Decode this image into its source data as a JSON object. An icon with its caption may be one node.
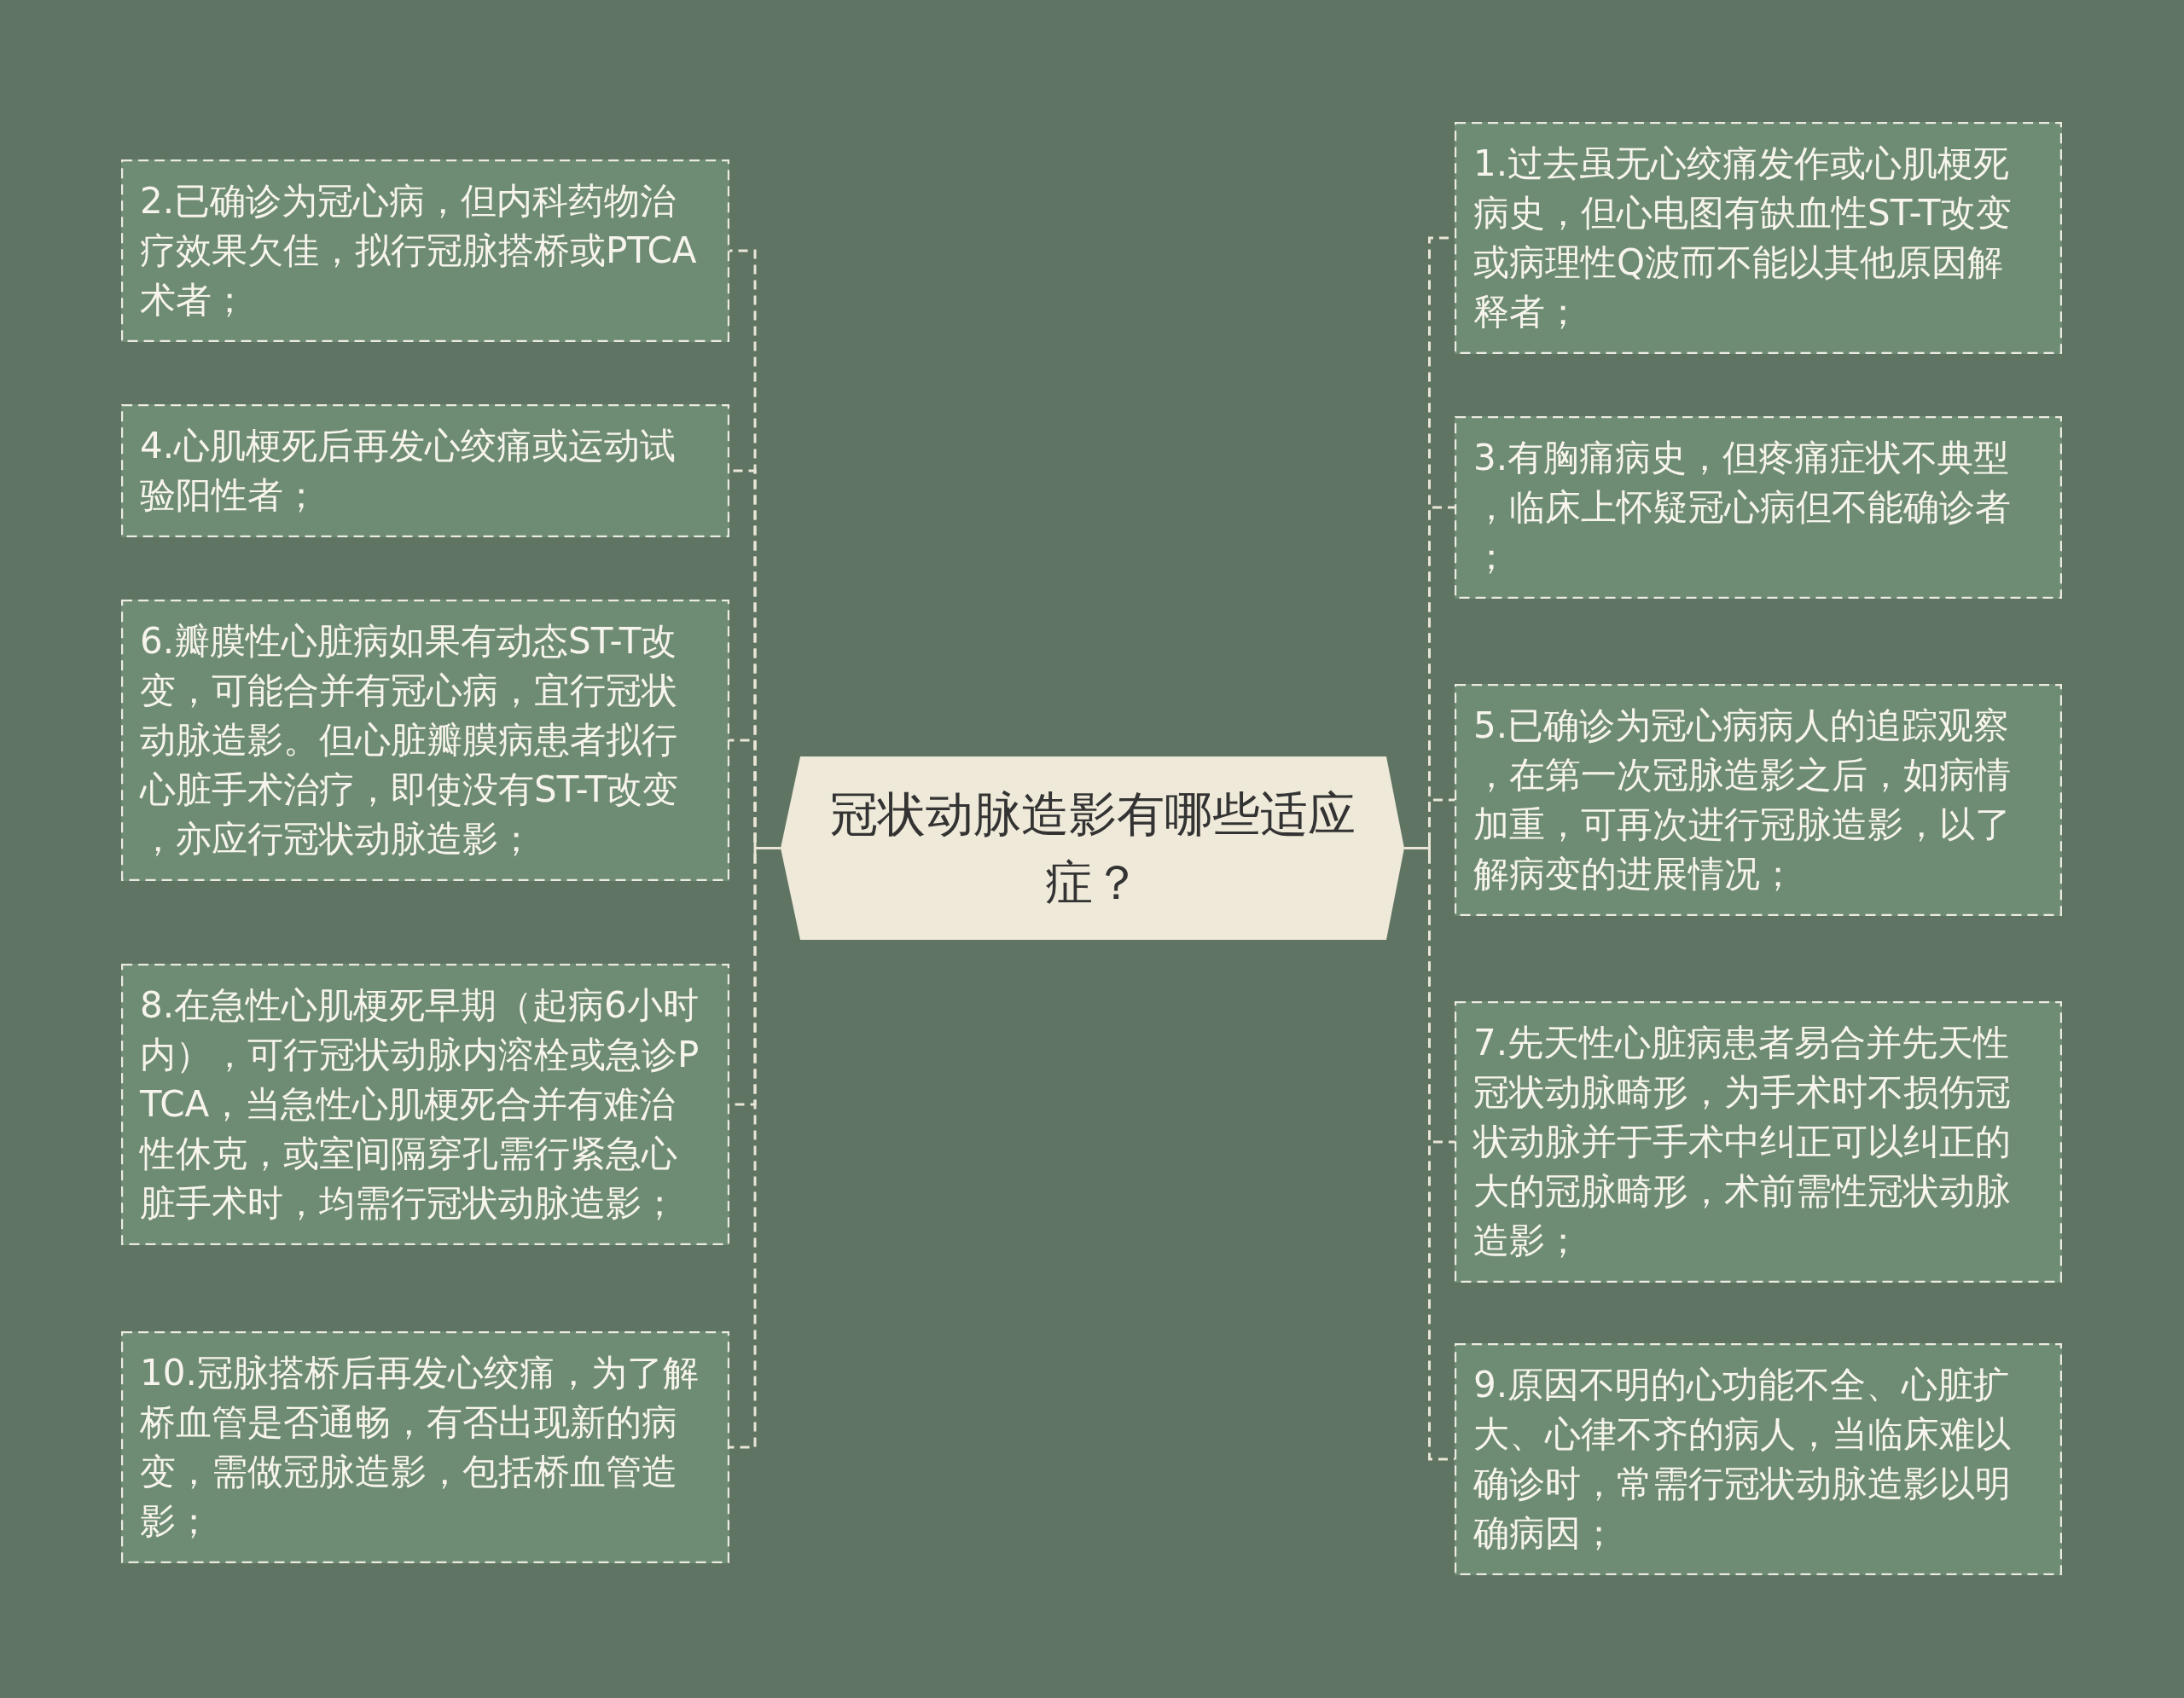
{
  "diagram": {
    "nodes": [
      {
        "text": [
          "冠状动脉造影有哪些适应症？"
        ]
      },
      {
        "text": [
          "1.过去虽无心绞痛发作或心肌梗死病史，但心电图有缺血性ST-T改变或病理性Q波而不能以其他原因解释者；"
        ]
      },
      {
        "text": [
          "2.已确诊为冠心病，但内科药物治疗效果欠佳，拟行冠脉搭桥或PTCA术者；"
        ]
      },
      {
        "text": [
          "3.有胸痛病史，但疼痛症状不典型，临床上怀疑冠心病但不能确诊者；"
        ]
      },
      {
        "text": [
          "4.心肌梗死后再发心绞痛或运动试验阳性者；"
        ]
      },
      {
        "text": [
          "5.已确诊为冠心病病人的追踪观察，在第一次冠脉造影之后，如病情加重，可再次进行冠脉造影，以了解病变的进展情况；"
        ]
      },
      {
        "text": [
          "6.瓣膜性心脏病如果有动态ST-T改变，可能合并有冠心病，宜行冠状动脉造影。但心脏瓣膜病患者拟行心脏手术治疗，即使没有ST-T改变，亦应行冠状动脉造影；"
        ]
      },
      {
        "text": [
          "7.先天性心脏病患者易合并先天性冠状动脉畸形，为手术时不损伤冠状动脉并于手术中纠正可以纠正的大的冠脉畸形，术前需性冠状动脉造影；"
        ]
      },
      {
        "text": [
          "8.在急性心肌梗死早期（起病6小时内），可行冠状动脉内溶栓或急诊PTCA，当急性心肌梗死合并有难治性休克，或室间隔穿孔需行紧急心脏手术时，均需行冠状动脉造影；"
        ]
      },
      {
        "text": [
          "9.原因不明的心功能不全、心脏扩大、心律不齐的病人，当临床难以确诊时，常需行冠状动脉造影以明确病因；"
        ]
      },
      {
        "text": [
          "10.冠脉搭桥后再发心绞痛，为了解桥血管是否通畅，有否出现新的病变，需做冠脉造影，包括桥血管造影；"
        ]
      }
    ],
    "edges": [
      {
        "from": 0,
        "to": 1,
        "arrow": "none",
        "style": "dashed"
      },
      {
        "from": 0,
        "to": 2,
        "arrow": "none",
        "style": "dashed"
      },
      {
        "from": 0,
        "to": 3,
        "arrow": "none",
        "style": "dashed"
      },
      {
        "from": 0,
        "to": 4,
        "arrow": "none",
        "style": "dashed"
      },
      {
        "from": 0,
        "to": 5,
        "arrow": "none",
        "style": "dashed"
      },
      {
        "from": 0,
        "to": 6,
        "arrow": "none",
        "style": "dashed"
      },
      {
        "from": 0,
        "to": 7,
        "arrow": "none",
        "style": "dashed"
      },
      {
        "from": 0,
        "to": 8,
        "arrow": "none",
        "style": "dashed"
      },
      {
        "from": 0,
        "to": 9,
        "arrow": "none",
        "style": "dashed"
      },
      {
        "from": 0,
        "to": 10,
        "arrow": "none",
        "style": "dashed"
      }
    ]
  }
}
